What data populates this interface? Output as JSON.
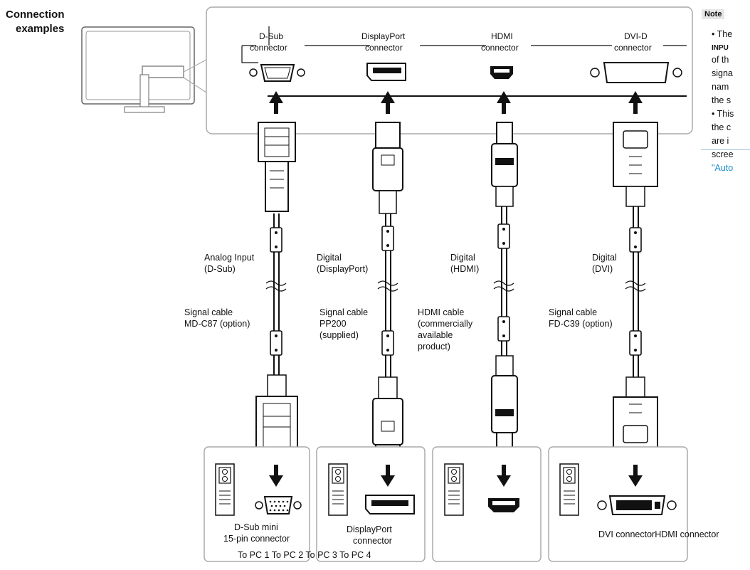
{
  "heading": [
    "Connection",
    "examples"
  ],
  "monitor_ports": {
    "dsub": [
      "D-Sub",
      "connector"
    ],
    "displayport": [
      "DisplayPort",
      "connector"
    ],
    "hdmi": [
      "HDMI",
      "connector"
    ],
    "dvi": [
      "DVI-D",
      "connector"
    ]
  },
  "signals": {
    "analog": [
      "Analog Input",
      "(D-Sub)"
    ],
    "digital_dp": [
      "Digital",
      "(DisplayPort)"
    ],
    "digital_hdmi": [
      "Digital",
      "(HDMI)"
    ],
    "digital_dvi": [
      "Digital",
      "(DVI)"
    ]
  },
  "cables": {
    "dsub": [
      "Signal cable",
      "MD-C87 (option)"
    ],
    "dp": [
      "Signal cable",
      "PP200",
      "(supplied)"
    ],
    "hdmi": [
      "HDMI cable",
      "(commercially",
      "available",
      "product)"
    ],
    "dvi": [
      "Signal cable",
      "FD-C39 (option)"
    ]
  },
  "pc_connectors": {
    "dsub": [
      "D-Sub mini",
      "15-pin connector"
    ],
    "dp": [
      "DisplayPort",
      "connector"
    ],
    "dvi_hdmi": "DVI connectorHDMI connector"
  },
  "to_pc_line": "To PC 1 To PC 2 To PC 3 To PC 4",
  "note": {
    "title": "Note",
    "lines": [
      "• The",
      "INPU",
      "of th",
      "signa",
      "nam",
      "the s",
      "• This",
      "the c",
      "are i",
      "scree",
      "\"Auto"
    ]
  }
}
